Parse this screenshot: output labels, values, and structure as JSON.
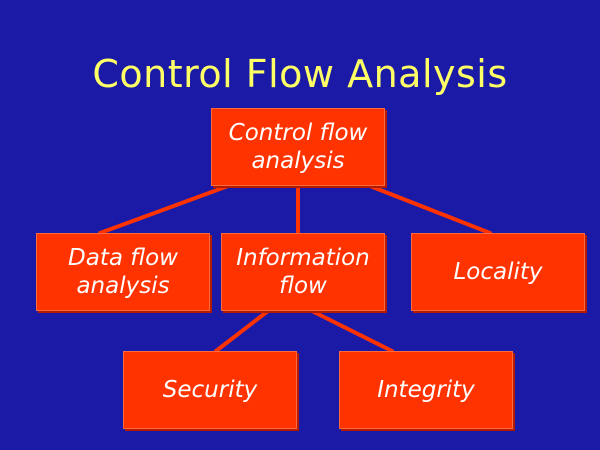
{
  "slide": {
    "title": "Control Flow Analysis",
    "colors": {
      "background": "#1a1aa6",
      "title": "#ffff66",
      "node_fill": "#ff3300",
      "node_text": "#ffffff",
      "connector": "#ff3300"
    }
  },
  "diagram": {
    "root": {
      "label": "Control flow analysis"
    },
    "children": [
      {
        "label": "Data flow analysis"
      },
      {
        "label": "Information flow"
      },
      {
        "label": "Locality"
      }
    ],
    "information_flow_children": [
      {
        "label": "Security"
      },
      {
        "label": "Integrity"
      }
    ]
  }
}
